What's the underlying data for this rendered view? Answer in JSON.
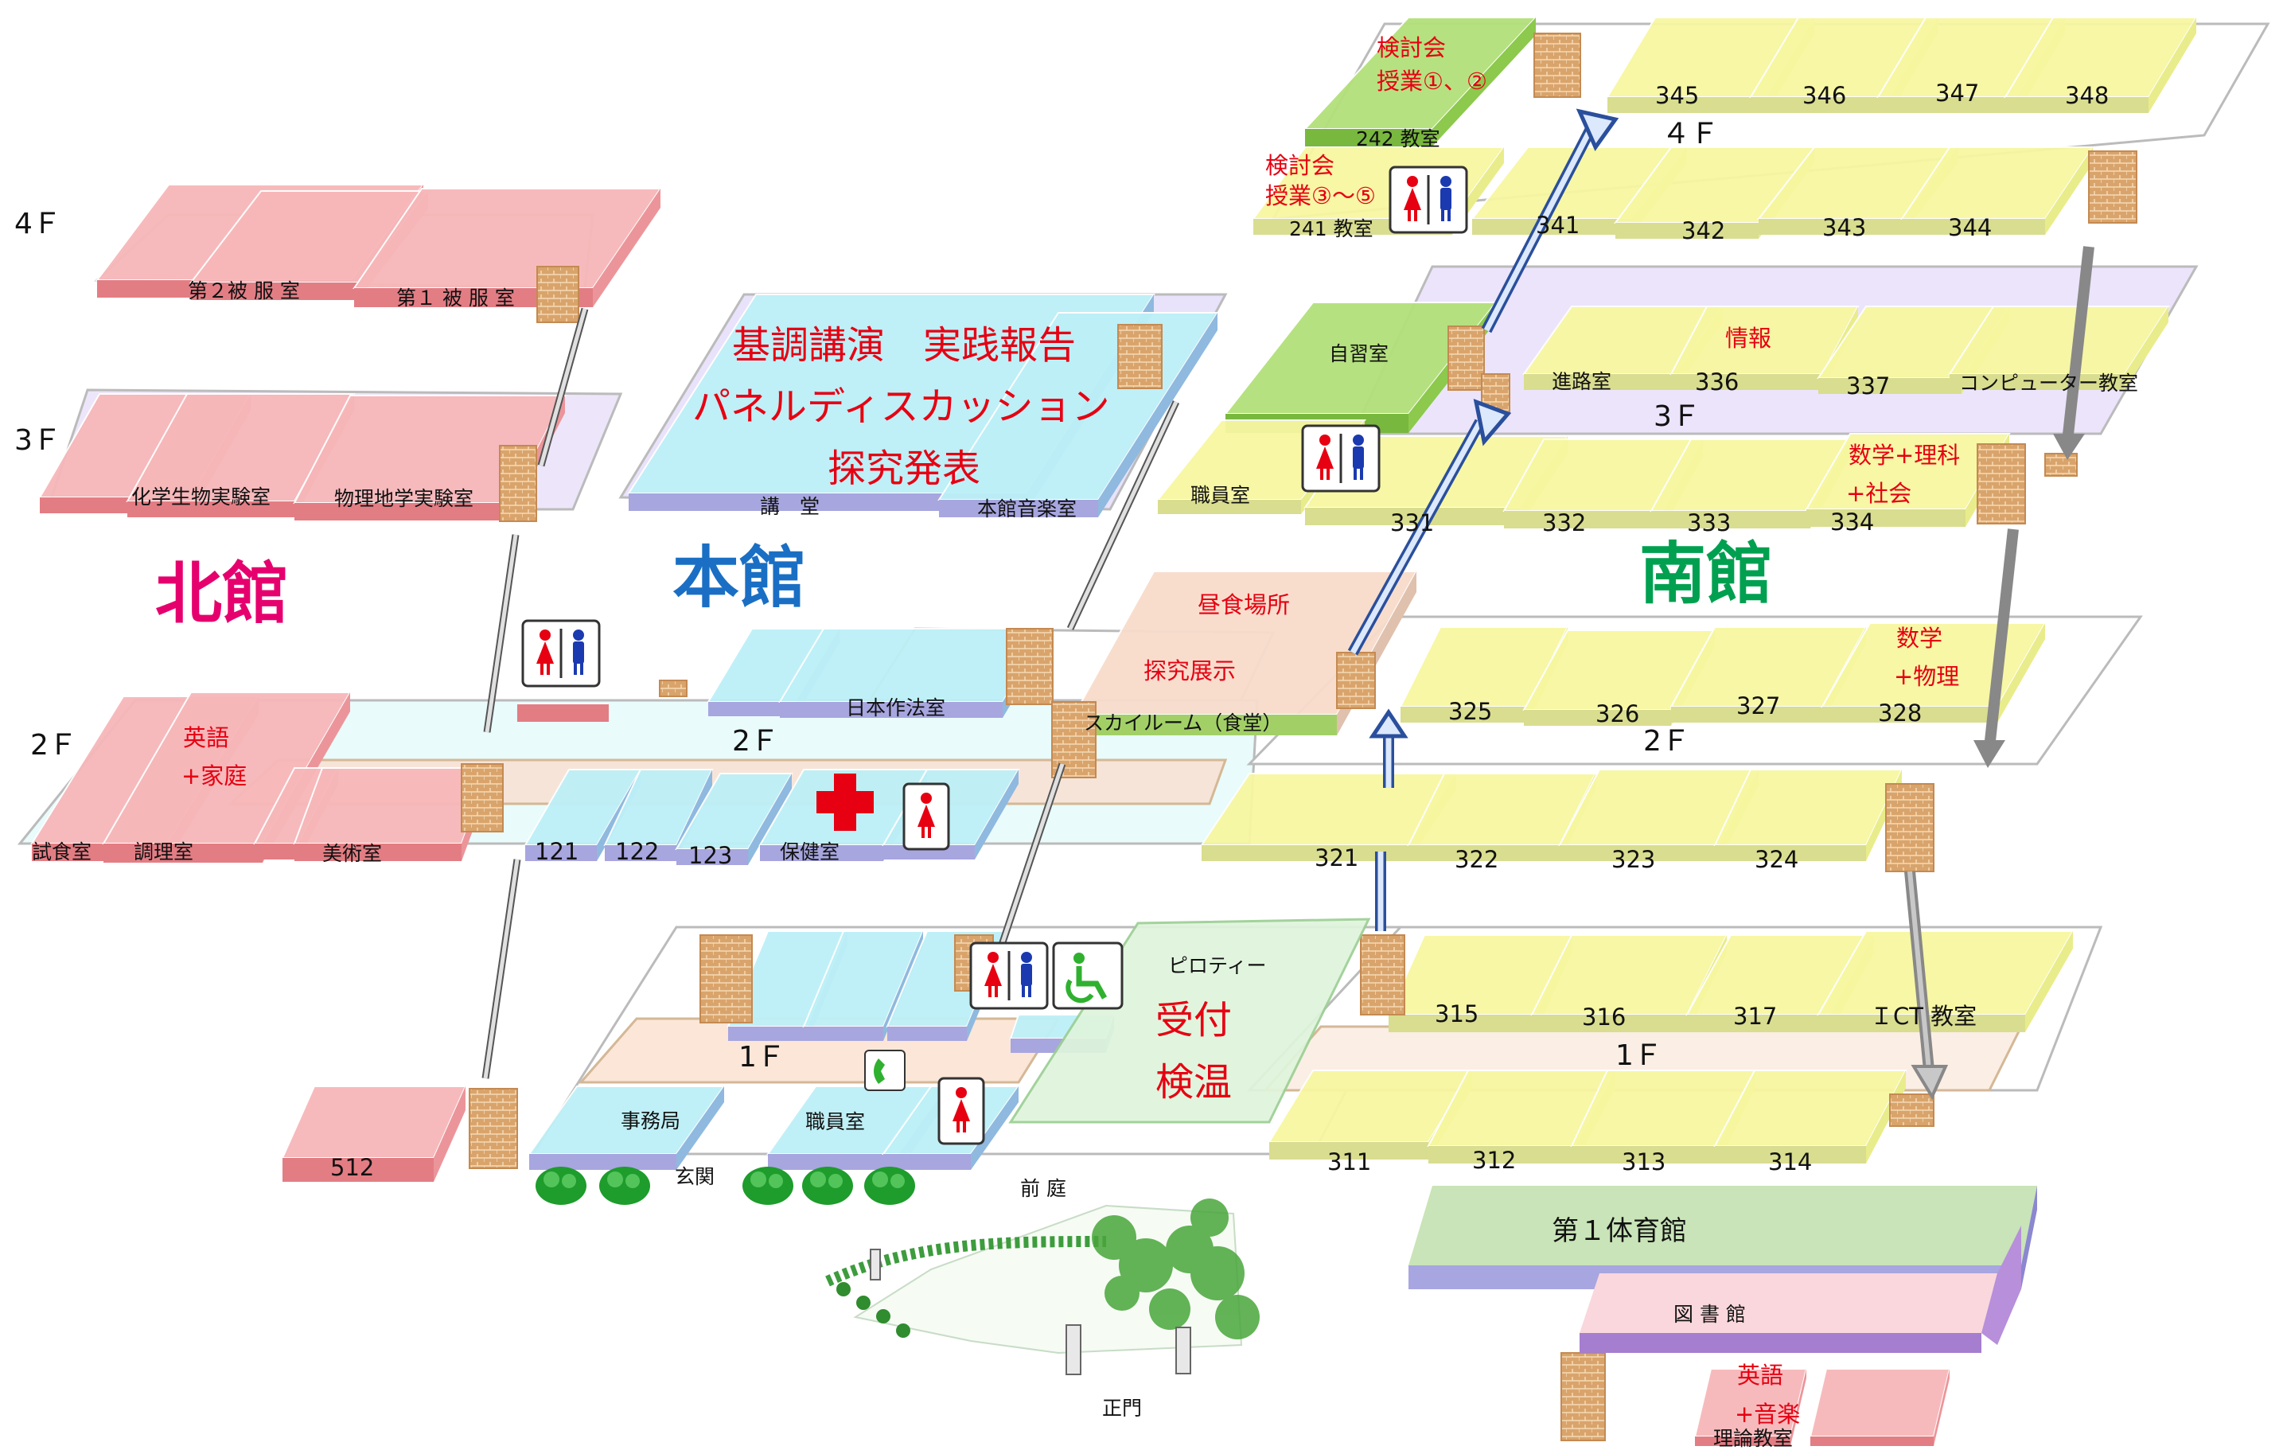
{
  "buildings": {
    "north": "北館",
    "main": "本館",
    "south": "南館"
  },
  "colors": {
    "north": "#e6006e",
    "main": "#1a6fc4",
    "south": "#00a050",
    "event": "#e60012"
  },
  "north": {
    "floor_4": "4Ｆ",
    "floor_3": "3Ｆ",
    "floor_2": "2Ｆ",
    "room_2hifuku": "第２被 服 室",
    "room_1hifuku": "第１ 被 服 室",
    "room_kagaku": "化学生物実験室",
    "room_butsuri": "物理地学実験室",
    "room_shishoku": "試食室",
    "room_chori": "調理室",
    "room_bijutsu": "美術室",
    "event_2f_1": "英語",
    "event_2f_2": "+家庭",
    "room_512": "512"
  },
  "main": {
    "floor_2": "2Ｆ",
    "floor_1": "1Ｆ",
    "event_1": "基調講演　実践報告",
    "event_2": "パネルディスカッション",
    "event_3": "探究発表",
    "room_kodo": "講　堂",
    "room_ongaku": "本館音楽室",
    "room_nihon": "日本作法室",
    "room_121": "121",
    "room_122": "122",
    "room_123": "123",
    "room_hoken": "保健室",
    "room_jimu": "事務局",
    "room_shokuin": "職員室",
    "label_genkan": "玄関",
    "label_zentei": "前 庭",
    "label_seimon": "正門",
    "room_chushoku": "昼食場所",
    "room_tankyu": "探究展示",
    "room_skyroom": "スカイルーム（食堂）",
    "label_piloti": "ピロティー",
    "label_uketsuke": "受付",
    "label_kenon": "検温"
  },
  "south": {
    "floor_4": "４Ｆ",
    "floor_3": "3Ｆ",
    "floor_2": "2Ｆ",
    "floor_1": "1Ｆ",
    "event_242_1": "検討会",
    "event_242_2": "授業①、②",
    "room_242": "242 教室",
    "event_241_1": "検討会",
    "event_241_2": "授業③〜⑤",
    "room_241": "241 教室",
    "rooms_4f": [
      "345",
      "346",
      "347",
      "348"
    ],
    "rooms_4f_front": [
      "341",
      "342",
      "343",
      "344"
    ],
    "room_jishu": "自習室",
    "room_shinro": "進路室",
    "room_336": "336",
    "room_337": "337",
    "room_computer": "コンピューター教室",
    "event_joho": "情報",
    "room_shokuin": "職員室",
    "rooms_3f": [
      "331",
      "332",
      "333",
      "334"
    ],
    "event_334_1": "数学+理科",
    "event_334_2": "+社会",
    "rooms_2f_back": [
      "325",
      "326",
      "327",
      "328"
    ],
    "event_328_1": "数学",
    "event_328_2": "+物理",
    "rooms_2f": [
      "321",
      "322",
      "323",
      "324"
    ],
    "rooms_1f_back": [
      "315",
      "316",
      "317",
      "ＩCT 教室"
    ],
    "rooms_1f": [
      "311",
      "312",
      "313",
      "314"
    ],
    "room_gym": "第１体育館",
    "room_library": "図 書 館",
    "event_music_1": "英語",
    "event_music_2": "+音楽",
    "room_riron": "理論教室"
  },
  "icons": [
    "restroom-icon",
    "first-aid-cross-icon",
    "wheelchair-icon",
    "telephone-icon",
    "tree-icon",
    "stairs-icon"
  ]
}
